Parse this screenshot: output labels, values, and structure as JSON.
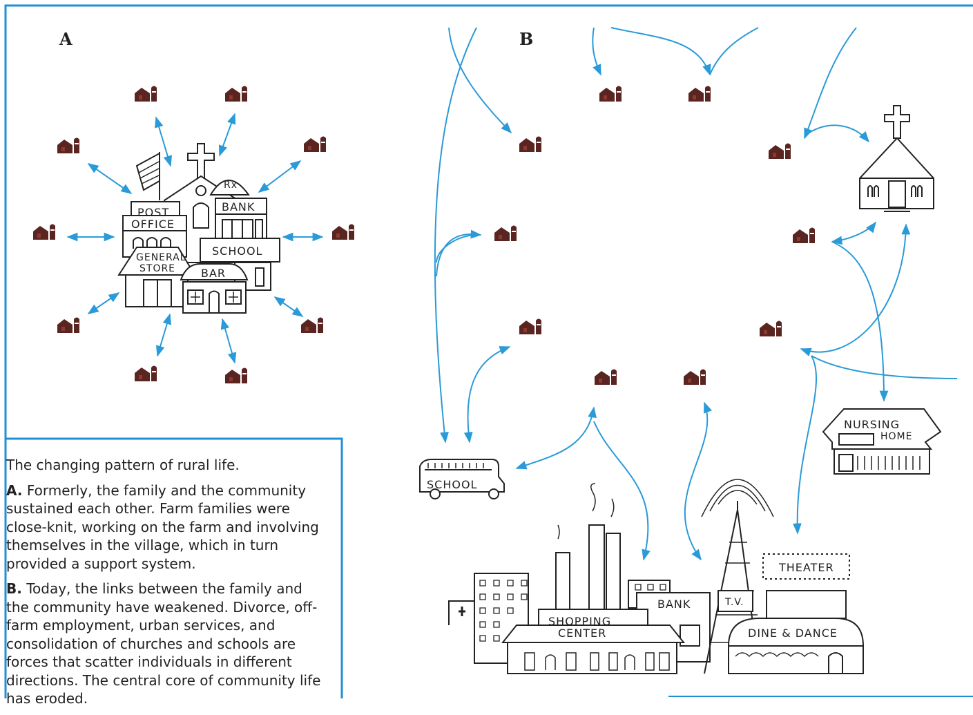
{
  "panel_a": {
    "letter": "A",
    "building_labels": {
      "post_office": [
        "POST",
        "OFFICE"
      ],
      "bank": "BANK",
      "school": "SCHOOL",
      "general_store": [
        "GENERAL",
        "STORE"
      ],
      "bar": "BAR",
      "pharmacy": "Rx"
    }
  },
  "panel_b": {
    "letter": "B",
    "building_labels": {
      "school_bus": "SCHOOL",
      "nursing_home": [
        "NURSING",
        "HOME"
      ],
      "shopping_center": [
        "SHOPPING",
        "CENTER"
      ],
      "bank": "BANK",
      "tv": "T.V.",
      "theater": "THEATER",
      "dine_dance": "DINE & DANCE"
    }
  },
  "caption": {
    "title": "The changing pattern of rural life.",
    "a_label": "A.",
    "a_text": "Formerly, the family and the community sustained each other. Farm families were close-knit, working on the farm and involving themselves in the village, which in turn provided a support system.",
    "b_label": "B.",
    "b_text": "Today, the links between the family and the community have weakened. Divorce, off-farm employment, urban services, and consolidation of churches and schools are forces that scatter individuals in different directions. The central core of community life has eroded."
  },
  "colors": {
    "frame": "#1f8fd6",
    "arrow": "#2a9ad8",
    "farmhouse": "#5a2520",
    "ink": "#222222"
  }
}
